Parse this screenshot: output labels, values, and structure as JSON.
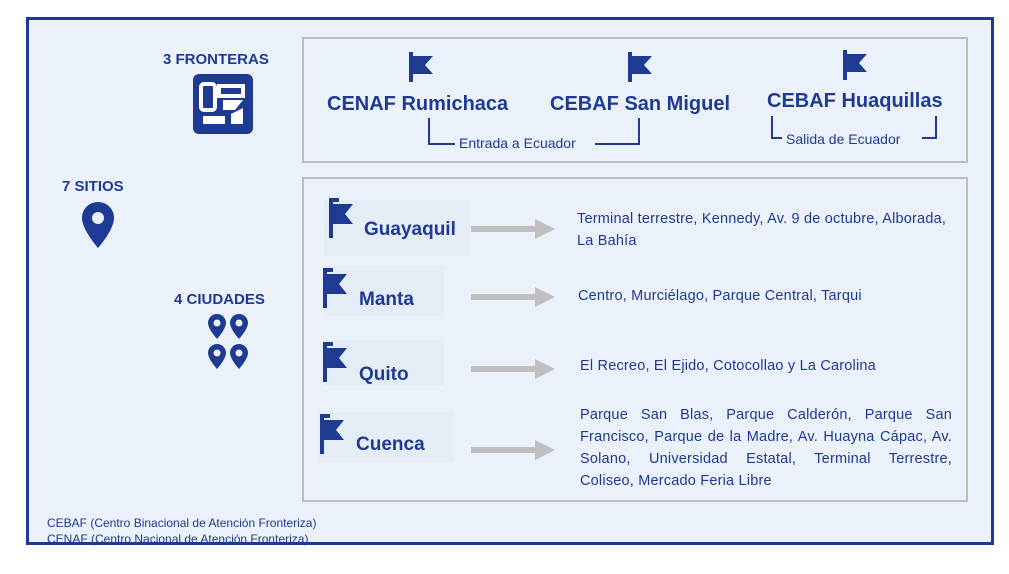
{
  "summary": {
    "sites_label": "7 SITIOS",
    "borders_label": "3 FRONTERAS",
    "cities_label": "4 CIUDADES"
  },
  "borders": {
    "items": [
      {
        "name": "CENAF Rumichaca"
      },
      {
        "name": "CEBAF San Miguel"
      },
      {
        "name": "CEBAF Huaquillas"
      }
    ],
    "entry_label": "Entrada a Ecuador",
    "exit_label": "Salida de Ecuador"
  },
  "cities": {
    "items": [
      {
        "name": "Guayaquil",
        "places": "Terminal terrestre, Kennedy, Av. 9 de octubre, Alborada, La Bahía"
      },
      {
        "name": "Manta",
        "places": "Centro, Murciélago, Parque Central, Tarqui"
      },
      {
        "name": "Quito",
        "places": "El Recreo, El Ejido, Cotocollao y La Carolina"
      },
      {
        "name": "Cuenca",
        "places": "Parque San Blas, Parque Calderón, Parque San Francisco, Parque de la Madre, Av. Huayna Cápac, Av. Solano, Universidad Estatal, Terminal Terrestre, Coliseo, Mercado Feria Libre"
      }
    ]
  },
  "legend": {
    "cebaf": "CEBAF (Centro Binacional de Atención Fronteriza)",
    "cenaf": "CENAF (Centro Nacional de Atención Fronteriza)"
  },
  "colors": {
    "primary": "#1F3A93",
    "background": "#EAF1FA",
    "box_border": "#BDBDBD",
    "arrow": "#BFBFBF"
  },
  "icons": [
    "flag-icon",
    "map-pin-icon",
    "customs-icon",
    "arrow-right-icon"
  ]
}
